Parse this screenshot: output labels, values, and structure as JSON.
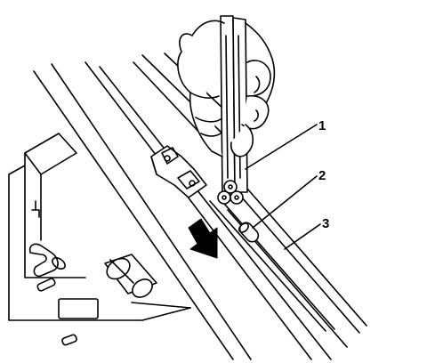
{
  "diagram": {
    "callouts": [
      {
        "id": "1",
        "label": "1"
      },
      {
        "id": "2",
        "label": "2"
      },
      {
        "id": "3",
        "label": "3"
      }
    ],
    "stroke_color": "#000000",
    "fill_color": "#ffffff",
    "arrow_icon": "direction-arrow-icon"
  }
}
